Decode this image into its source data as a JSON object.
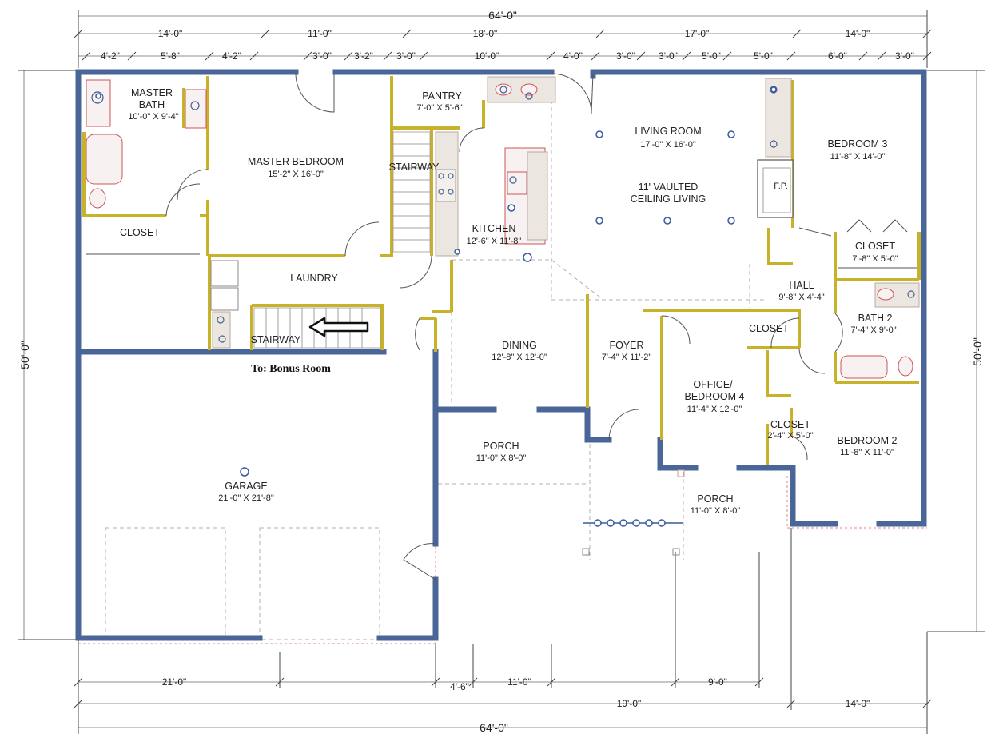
{
  "dimensions": {
    "overall_top": "64'-0\"",
    "overall_bottom": "64'-0\"",
    "left_side": "50'-0\"",
    "right_side": "50'-0\"",
    "top_row1": [
      "14'-0\"",
      "11'-0\"",
      "18'-0\"",
      "17'-0\"",
      "14'-0\""
    ],
    "top_row2": [
      "4'-2\"",
      "5'-8\"",
      "4'-2\"",
      "3'-0\"",
      "3'-2\"",
      "3'-0\"",
      "10'-0\"",
      "4'-0\"",
      "3'-0\"",
      "3'-0\"",
      "5'-0\"",
      "5'-0\"",
      "6'-0\"",
      "3'-0\""
    ],
    "bottom_row1": [
      "21'-0\"",
      "4'-6\"",
      "11'-0\"",
      "9'-0\""
    ],
    "bottom_row2": [
      "19'-0\"",
      "14'-0\""
    ]
  },
  "rooms": {
    "master_bath": {
      "name1": "MASTER",
      "name2": "BATH",
      "size": "10'-0\" X 9'-4\""
    },
    "master_bedroom": {
      "name": "MASTER BEDROOM",
      "size": "15'-2\" X 16'-0\""
    },
    "pantry": {
      "name": "PANTRY",
      "size": "7'-0\" X 5'-6\""
    },
    "stairway_upper": {
      "name": "STAIRWAY"
    },
    "kitchen": {
      "name": "KITCHEN",
      "size": "12'-6\" X 11'-8\""
    },
    "living_room": {
      "name": "LIVING ROOM",
      "size": "17'-0\" X 16'-0\"",
      "note1": "11' VAULTED",
      "note2": "CEILING LIVING"
    },
    "fireplace": {
      "name": "F.P."
    },
    "bedroom3": {
      "name": "BEDROOM 3",
      "size": "11'-8\" X 14'-0\""
    },
    "closet_master": {
      "name": "CLOSET"
    },
    "laundry": {
      "name": "LAUNDRY"
    },
    "stairway_lower": {
      "name": "STAIRWAY"
    },
    "bonus_note": {
      "text": "To: Bonus Room"
    },
    "closet_b3": {
      "name": "CLOSET",
      "size": "7'-8\" X 5'-0\""
    },
    "hall": {
      "name": "HALL",
      "size": "9'-8\" X 4'-4\""
    },
    "bath2": {
      "name": "BATH 2",
      "size": "7'-4\" X 9'-0\""
    },
    "closet_hall": {
      "name": "CLOSET"
    },
    "dining": {
      "name": "DINING",
      "size": "12'-8\" X 12'-0\""
    },
    "foyer": {
      "name": "FOYER",
      "size": "7'-4\" X 11'-2\""
    },
    "office": {
      "name1": "OFFICE/",
      "name2": "BEDROOM 4",
      "size": "11'-4\" X 12'-0\""
    },
    "closet_b2": {
      "name": "CLOSET",
      "size": "2'-4\" X 5'-0\""
    },
    "bedroom2": {
      "name": "BEDROOM 2",
      "size": "11'-8\" X 11'-0\""
    },
    "porch_rear": {
      "name": "PORCH",
      "size": "11'-0\" X 8'-0\""
    },
    "porch_front": {
      "name": "PORCH",
      "size": "11'-0\" X 8'-0\""
    },
    "garage": {
      "name": "GARAGE",
      "size": "21'-0\" X 21'-8\""
    }
  },
  "colors": {
    "exterior_wall": "#4a6597",
    "interior_wall": "#c9b22b",
    "fixture": "#cc5555",
    "light": "#3a5ba0"
  }
}
